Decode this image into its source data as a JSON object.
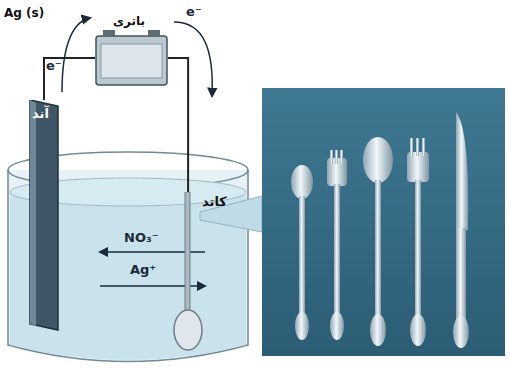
{
  "diagram": {
    "nodes": [
      {
        "text": [
          "Ag (s)",
          "آند"
        ]
      },
      {
        "text": [
          "باتری"
        ]
      },
      {
        "text": [
          "کاتد"
        ]
      }
    ],
    "edges": [
      {
        "from": 0,
        "to": 1,
        "arrow": "none"
      },
      {
        "from": 1,
        "to": 2,
        "arrow": "none"
      }
    ],
    "labels": [
      "e⁻",
      "e⁻",
      "NO₃⁻",
      "Ag⁺"
    ]
  }
}
